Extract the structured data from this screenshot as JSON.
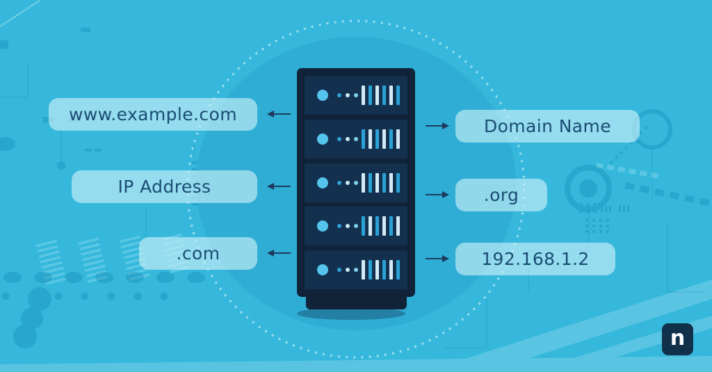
{
  "illustration": {
    "left_labels": [
      {
        "text": "www.example.com"
      },
      {
        "text": "IP Address"
      },
      {
        "text": ".com"
      }
    ],
    "right_labels": [
      {
        "text": "Domain Name"
      },
      {
        "text": ".org"
      },
      {
        "text": "192.168.1.2"
      }
    ],
    "server": {
      "unit_count": 5
    },
    "logo": {
      "letter": "n"
    },
    "colors": {
      "background": "#35b8dc",
      "halo": "#2fadd5",
      "pill_background": "#97dcee",
      "label_text": "#1b4c73",
      "arrow": "#1e3a5f",
      "server_frame": "#102339",
      "server_panel": "#13304f",
      "led": "#55c4ec",
      "bar_light": "#d4ebf6",
      "bar_blue": "#2ba2d6",
      "logo_background": "#113049",
      "logo_letter": "#ffffff"
    }
  }
}
